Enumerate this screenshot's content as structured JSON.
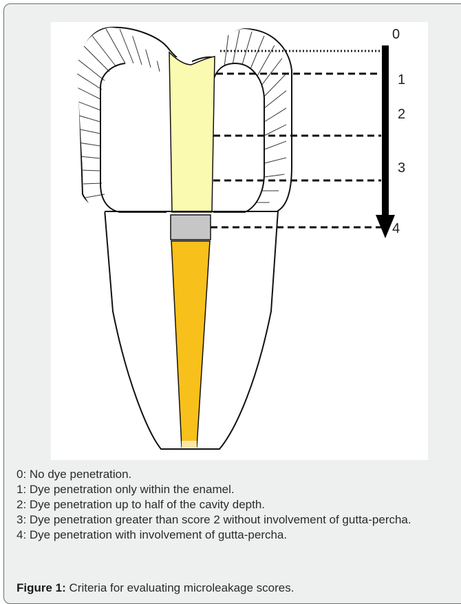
{
  "score_labels": [
    "0",
    "1",
    "2",
    "3",
    "4"
  ],
  "criteria": [
    "0: No dye penetration.",
    "1: Dye penetration only within the enamel.",
    "2: Dye penetration up to half of the cavity depth.",
    "3: Dye penetration greater than score 2 without involvement of gutta-percha.",
    "4: Dye penetration with involvement of gutta-percha."
  ],
  "caption": {
    "label": "Figure 1:",
    "text": "Criteria for evaluating microleakage scores."
  },
  "colors": {
    "restoration": "#fafab0",
    "base_liner": "#c6c6c6",
    "gutta_percha": "#f8c01a",
    "outline": "#111111"
  }
}
